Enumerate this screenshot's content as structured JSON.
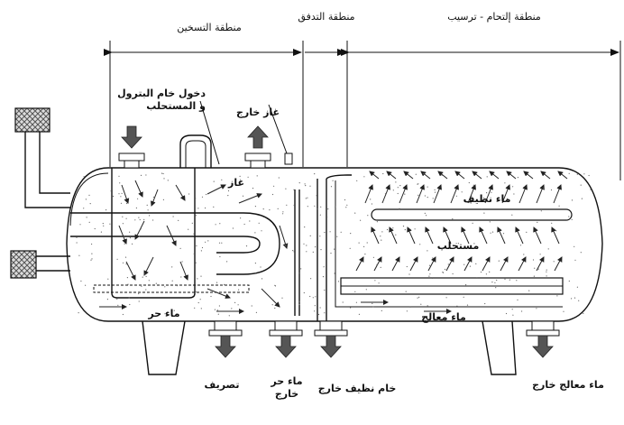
{
  "zones": {
    "heating": "منطقة التسخين",
    "flow": "منطقة التدفق",
    "coalescing": "منطقة إلتحام - ترسيب"
  },
  "labels": {
    "crude_inlet": "دخول خام البترول\nو المستحلب",
    "gas_out": "غاز خارج",
    "gas": "غاز",
    "clean_water": "ماء نظيف",
    "emulsion": "مستحلب",
    "hot_water": "ماء حر",
    "treated_water": "ماء معالج",
    "drain": "تصريف",
    "free_water_out": "ماء حر\nخارج",
    "clean_crude_out": "خام نظيف خارج",
    "treated_water_out": "ماء معالج خارج"
  },
  "colors": {
    "line": "#111111",
    "arrow": "#555555",
    "burner_hatch": "#888888"
  }
}
